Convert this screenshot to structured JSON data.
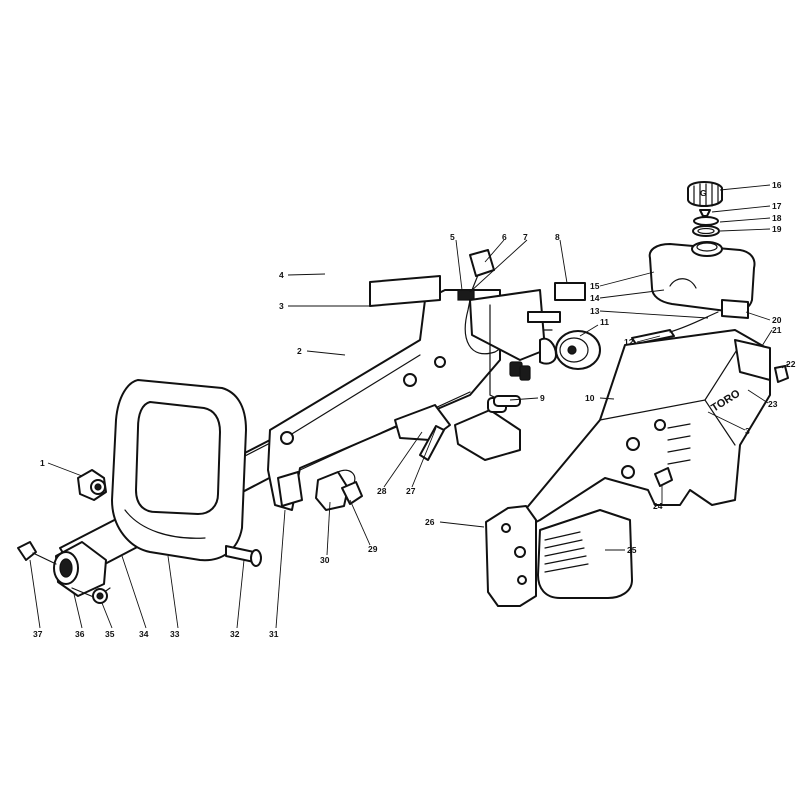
{
  "brand_text": "TORO",
  "callouts": [
    {
      "id": "c1",
      "label": "1"
    },
    {
      "id": "c2",
      "label": "2"
    },
    {
      "id": "c3a",
      "label": "3"
    },
    {
      "id": "c3b",
      "label": "3"
    },
    {
      "id": "c4",
      "label": "4"
    },
    {
      "id": "c5",
      "label": "5"
    },
    {
      "id": "c6",
      "label": "6"
    },
    {
      "id": "c7",
      "label": "7"
    },
    {
      "id": "c8",
      "label": "8"
    },
    {
      "id": "c9",
      "label": "9"
    },
    {
      "id": "c10",
      "label": "10"
    },
    {
      "id": "c11",
      "label": "11"
    },
    {
      "id": "c12",
      "label": "12"
    },
    {
      "id": "c13",
      "label": "13"
    },
    {
      "id": "c14",
      "label": "14"
    },
    {
      "id": "c15",
      "label": "15"
    },
    {
      "id": "c16",
      "label": "16"
    },
    {
      "id": "c17",
      "label": "17"
    },
    {
      "id": "c18",
      "label": "18"
    },
    {
      "id": "c19",
      "label": "19"
    },
    {
      "id": "c20",
      "label": "20"
    },
    {
      "id": "c21",
      "label": "21"
    },
    {
      "id": "c22",
      "label": "22"
    },
    {
      "id": "c23",
      "label": "23"
    },
    {
      "id": "c24",
      "label": "24"
    },
    {
      "id": "c25",
      "label": "25"
    },
    {
      "id": "c26",
      "label": "26"
    },
    {
      "id": "c27",
      "label": "27"
    },
    {
      "id": "c28",
      "label": "28"
    },
    {
      "id": "c29",
      "label": "29"
    },
    {
      "id": "c30",
      "label": "30"
    },
    {
      "id": "c31",
      "label": "31"
    },
    {
      "id": "c32",
      "label": "32"
    },
    {
      "id": "c33",
      "label": "33"
    },
    {
      "id": "c34",
      "label": "34"
    },
    {
      "id": "c35",
      "label": "35"
    },
    {
      "id": "c36",
      "label": "36"
    },
    {
      "id": "c37",
      "label": "37"
    }
  ]
}
